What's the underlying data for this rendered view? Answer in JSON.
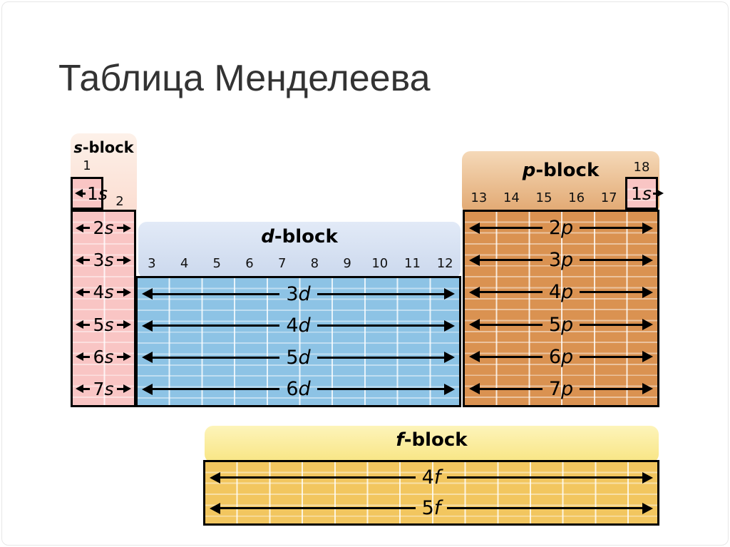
{
  "title": "Таблица Менделеева",
  "s_block": {
    "label": "s-block",
    "groups": [
      "1",
      "2"
    ],
    "cell_1s": "1s",
    "rows": [
      "2s",
      "3s",
      "4s",
      "5s",
      "6s",
      "7s"
    ]
  },
  "d_block": {
    "label": "d-block",
    "groups": [
      "3",
      "4",
      "5",
      "6",
      "7",
      "8",
      "9",
      "10",
      "11",
      "12"
    ],
    "rows": [
      "3d",
      "4d",
      "5d",
      "6d"
    ]
  },
  "p_block": {
    "label": "p-block",
    "group_18": "18",
    "groups": [
      "13",
      "14",
      "15",
      "16",
      "17"
    ],
    "cell_1s": "1s",
    "rows": [
      "2p",
      "3p",
      "4p",
      "5p",
      "6p",
      "7p"
    ]
  },
  "f_block": {
    "label": "f-block",
    "rows": [
      "4f",
      "5f"
    ]
  },
  "colors": {
    "s_cell": "#f9c5c4",
    "d_cell": "#8dc3e5",
    "p_cell": "#da9251",
    "f_cell": "#f2c65f",
    "s_bg_top": "#fdf1e9",
    "s_bg_bot": "#fbdcd0",
    "d_bg_top": "#e2eaf7",
    "d_bg_bot": "#cbd8ed",
    "p_bg_top": "#f5d9b8",
    "p_bg_bot": "#e1a770",
    "f_bg_top": "#fdf4ba",
    "f_bg_bot": "#f8e583",
    "border": "#000000",
    "title_text": "#333333"
  }
}
